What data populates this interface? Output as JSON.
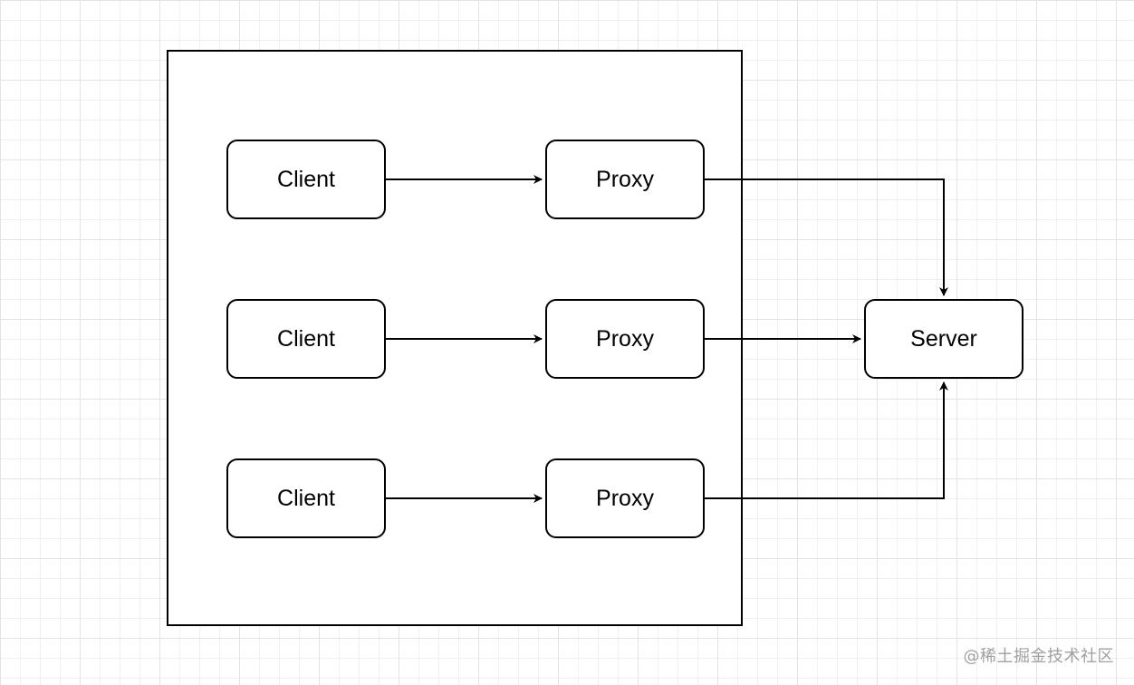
{
  "diagram": {
    "nodes": [
      {
        "id": "client-1",
        "label": "Client"
      },
      {
        "id": "client-2",
        "label": "Client"
      },
      {
        "id": "client-3",
        "label": "Client"
      },
      {
        "id": "proxy-1",
        "label": "Proxy"
      },
      {
        "id": "proxy-2",
        "label": "Proxy"
      },
      {
        "id": "proxy-3",
        "label": "Proxy"
      },
      {
        "id": "server",
        "label": "Server"
      }
    ],
    "edges": [
      {
        "from": "client-1",
        "to": "proxy-1"
      },
      {
        "from": "client-2",
        "to": "proxy-2"
      },
      {
        "from": "client-3",
        "to": "proxy-3"
      },
      {
        "from": "proxy-1",
        "to": "server"
      },
      {
        "from": "proxy-2",
        "to": "server"
      },
      {
        "from": "proxy-3",
        "to": "server"
      }
    ],
    "colors": {
      "stroke": "#000000",
      "fill": "#ffffff",
      "grid": "#e3e3e3"
    }
  },
  "watermark": "@稀土掘金技术社区"
}
